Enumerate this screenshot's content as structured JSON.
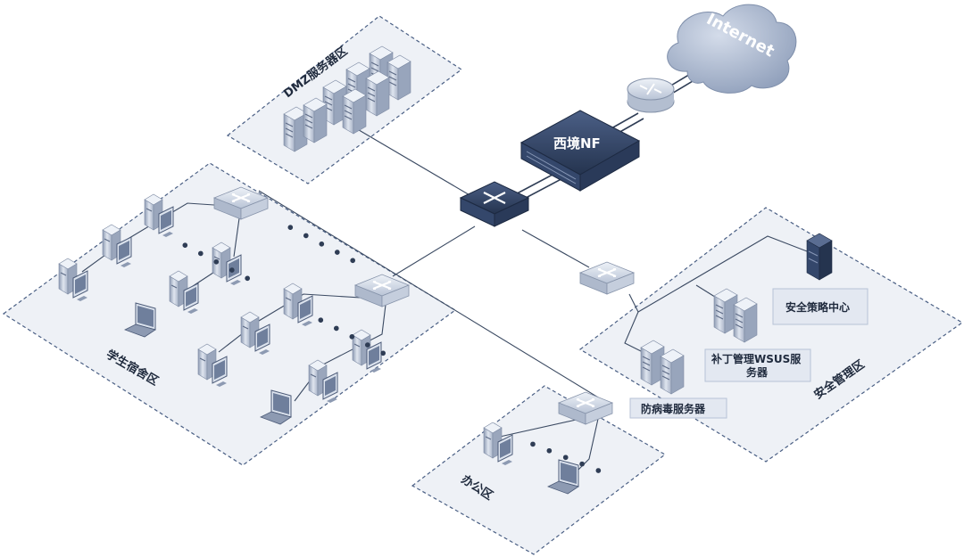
{
  "labels": {
    "internet": "Internet",
    "firewall": "西境NF",
    "dmz_zone": "DMZ服务器区",
    "dorm_zone": "学生宿舍区",
    "office_zone": "办公区",
    "security_zone": "安全管理区",
    "policy_center": "安全策略中心",
    "wsus_line1": "补丁管理WSUS服",
    "wsus_line2": "务器",
    "antivirus": "防病毒服务器"
  },
  "ellipsis": "• • • • •",
  "colors": {
    "zone_fill": "#eef1f6",
    "zone_border": "#4a5f84",
    "device_dark": "#2d3f5f",
    "device_light": "#c9d2e1",
    "cloud": "#a7b6cf"
  }
}
